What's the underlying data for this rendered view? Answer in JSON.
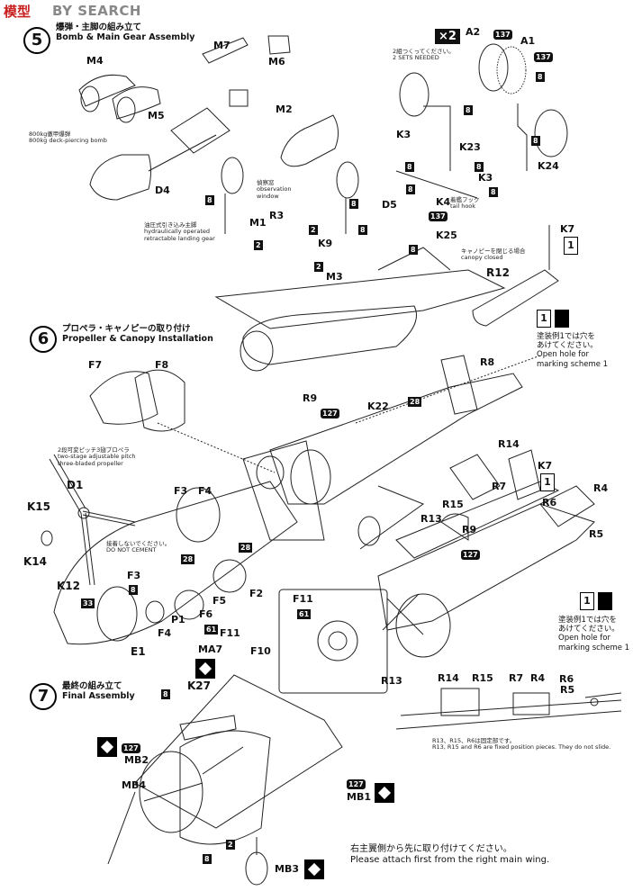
{
  "watermark": {
    "logo": "模型",
    "text": "BY SEARCH"
  },
  "step5": {
    "number": "5",
    "title_ja": "爆弾・主脚の組み立て",
    "title_en": "Bomb & Main Gear Assembly"
  },
  "step6": {
    "number": "6",
    "title_ja": "プロペラ・キャノピーの取り付け",
    "title_en": "Propeller & Canopy Installation"
  },
  "step7": {
    "number": "7",
    "title_ja": "最終の組み立て",
    "title_en": "Final Assembly"
  },
  "multiplier": "×2",
  "notes": {
    "two_sets_ja": "2組つくってください。",
    "two_sets_en": "2 SETS NEEDED",
    "bomb_ja": "800kg徹甲爆弾",
    "bomb_en": "800kg deck-piercing bomb",
    "window_ja": "偵察窓",
    "window_en1": "observation",
    "window_en2": "window",
    "gear_ja": "油圧式引き込み主脚",
    "gear_en1": "hydraulically operated",
    "gear_en2": "retractable landing gear",
    "hook_ja": "着艦フック",
    "hook_en": "tail hook",
    "canopy_ja": "キャノピーを閉じる場合",
    "canopy_en": "canopy closed",
    "hole_ja1": "塗装例1では穴を",
    "hole_ja2": "あけてください。",
    "hole_en1": "Open hole for",
    "hole_en2": "marking scheme 1",
    "prop_ja": "2段可変ピッチ3翅プロペラ",
    "prop_en1": "two-stage adjustable pitch",
    "prop_en2": "three-bladed propeller",
    "cement_ja": "接着しないでください。",
    "cement_en": "DO NOT CEMENT",
    "fixed_ja": "R13、R15、R6は固定部です。",
    "fixed_en": "R13, R15 and R6 are fixed position pieces. They do not slide.",
    "wing_ja": "右主翼側から先に取り付けてください。",
    "wing_en": "Please attach first from the right main wing."
  },
  "parts": {
    "M4": "M4",
    "M5": "M5",
    "M7": "M7",
    "M6": "M6",
    "M2": "M2",
    "D4": "D4",
    "M1": "M1",
    "R3": "R3",
    "K9": "K9",
    "M3": "M3",
    "A2": "A2",
    "A1": "A1",
    "K3a": "K3",
    "K23": "K23",
    "K3b": "K3",
    "K24": "K24",
    "D5": "D5",
    "K4": "K4",
    "K25": "K25",
    "K7a": "K7",
    "R12": "R12",
    "F7": "F7",
    "F8": "F8",
    "R8": "R8",
    "R9a": "R9",
    "K22": "K22",
    "R14a": "R14",
    "K7b": "K7",
    "R7a": "R7",
    "R15a": "R15",
    "R6a": "R6",
    "R4a": "R4",
    "R13a": "R13",
    "R9b": "R9",
    "R5a": "R5",
    "D1": "D1",
    "K15": "K15",
    "K14": "K14",
    "F3a": "F3",
    "F4a": "F4",
    "F3b": "F3",
    "K12": "K12",
    "P1": "P1",
    "F6": "F6",
    "F5": "F5",
    "F2": "F2",
    "F11a": "F11",
    "E1": "E1",
    "F4b": "F4",
    "MA7": "MA7",
    "F11b": "F11",
    "F10": "F10",
    "K27": "K27",
    "MB2": "MB2",
    "MB4": "MB4",
    "MB1": "MB1",
    "MB3": "MB3",
    "R13b": "R13",
    "R14b": "R14",
    "R15b": "R15",
    "R7b": "R7",
    "R4b": "R4",
    "R6b": "R6",
    "R5b": "R5"
  },
  "refs": {
    "r137a": "137",
    "r137b": "137",
    "r8a": "8",
    "r8b": "8",
    "r8c": "8",
    "r8d": "8",
    "r8e": "8",
    "r8f": "8",
    "r8g": "8",
    "r8h": "8",
    "r8i": "8",
    "r8j": "8",
    "r2a": "2",
    "r2b": "2",
    "r2c": "2",
    "r137c": "137",
    "r8k": "8",
    "r127a": "127",
    "r28a": "28",
    "r127b": "127",
    "r28b": "28",
    "r28c": "28",
    "r33": "33",
    "r8l": "8",
    "r61a": "61",
    "r61b": "61",
    "r8m": "8",
    "r127c": "127",
    "r127d": "127",
    "r2d": "2",
    "r8n": "8"
  },
  "symbols": {
    "one": "1"
  }
}
